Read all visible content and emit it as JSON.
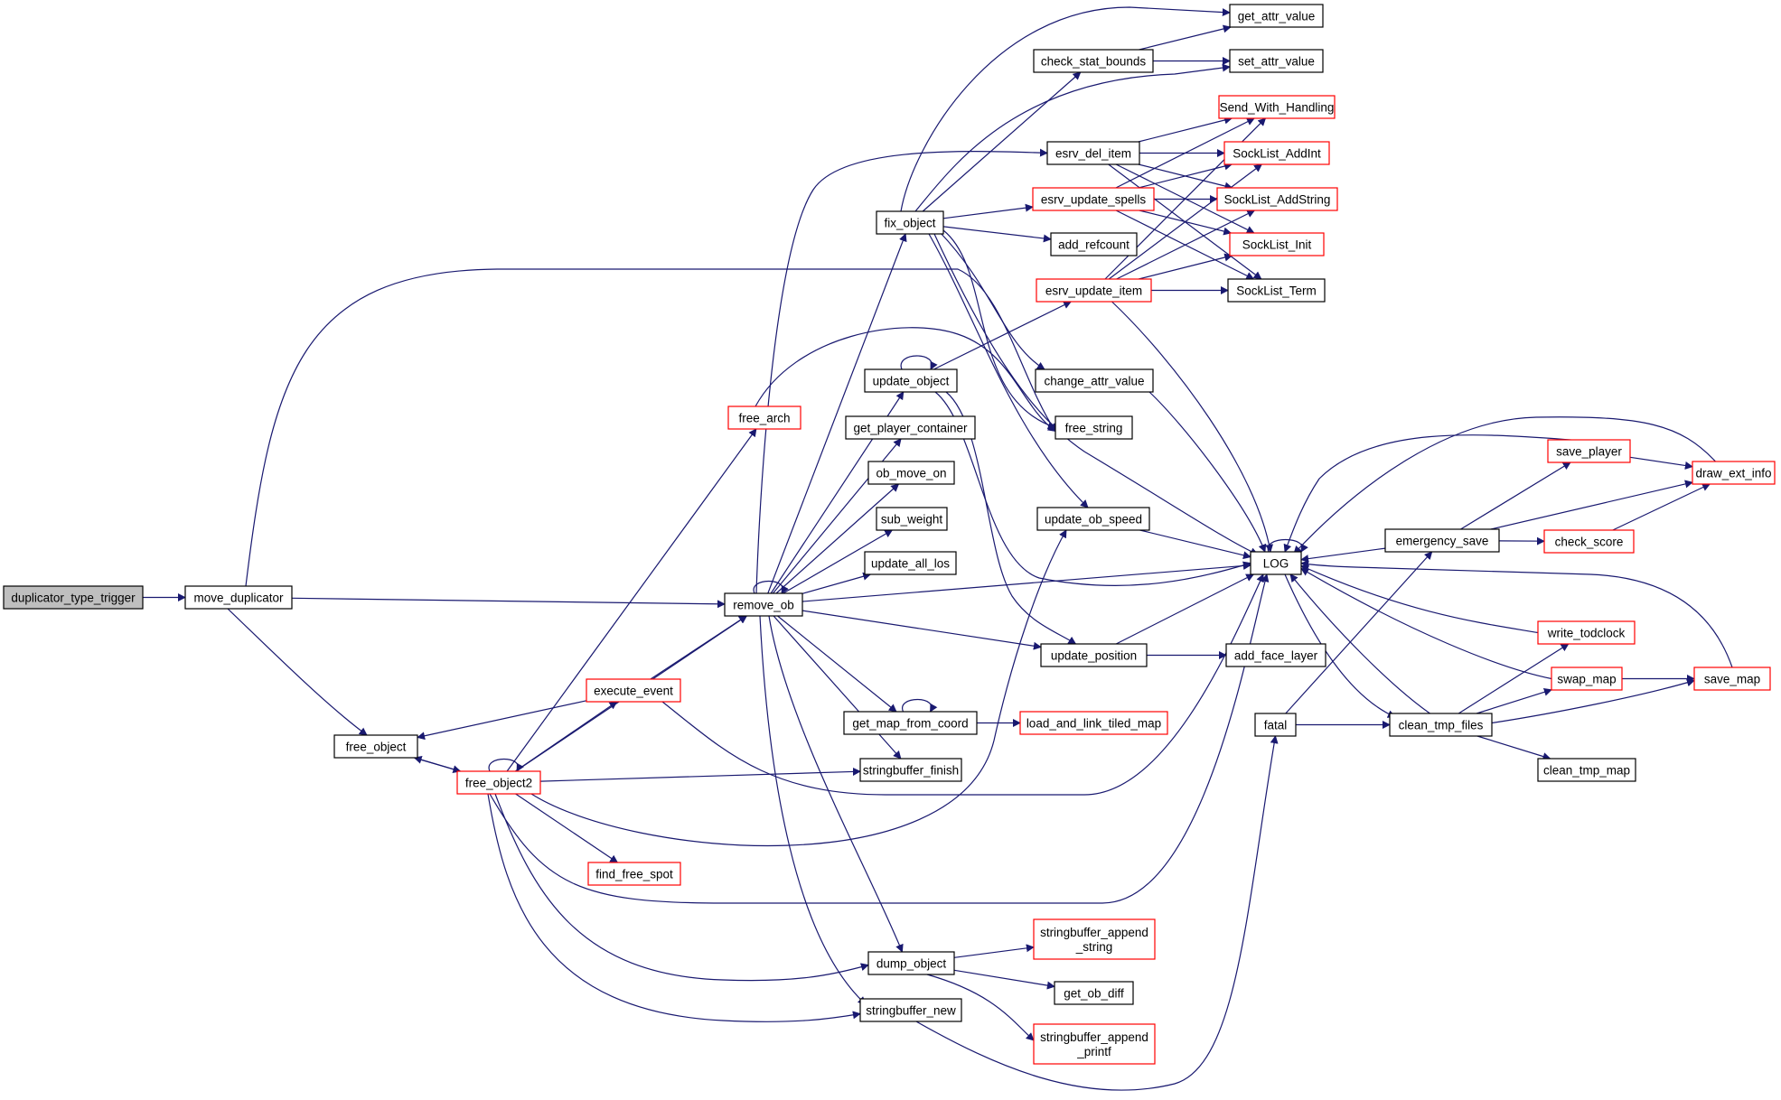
{
  "diagram": {
    "kind": "call-graph",
    "colors": {
      "edge": "#191970",
      "node_border_default": "#000000",
      "node_border_truncated": "#ff0000",
      "root_fill": "#bfbfbf",
      "node_fill": "#ffffff"
    },
    "nodes": [
      {
        "id": "duplicator_type_trigger",
        "lines": [
          "duplicator_type_trigger"
        ],
        "style": "root"
      },
      {
        "id": "move_duplicator",
        "lines": [
          "move_duplicator"
        ],
        "style": "normal"
      },
      {
        "id": "remove_ob",
        "lines": [
          "remove_ob"
        ],
        "style": "normal"
      },
      {
        "id": "free_object",
        "lines": [
          "free_object"
        ],
        "style": "normal"
      },
      {
        "id": "free_object2",
        "lines": [
          "free_object2"
        ],
        "style": "truncated"
      },
      {
        "id": "execute_event",
        "lines": [
          "execute_event"
        ],
        "style": "truncated"
      },
      {
        "id": "free_arch",
        "lines": [
          "free_arch"
        ],
        "style": "truncated"
      },
      {
        "id": "find_free_spot",
        "lines": [
          "find_free_spot"
        ],
        "style": "truncated"
      },
      {
        "id": "fix_object",
        "lines": [
          "fix_object"
        ],
        "style": "normal"
      },
      {
        "id": "update_object",
        "lines": [
          "update_object"
        ],
        "style": "normal"
      },
      {
        "id": "get_player_container",
        "lines": [
          "get_player_container"
        ],
        "style": "normal"
      },
      {
        "id": "ob_move_on",
        "lines": [
          "ob_move_on"
        ],
        "style": "normal"
      },
      {
        "id": "sub_weight",
        "lines": [
          "sub_weight"
        ],
        "style": "normal"
      },
      {
        "id": "update_all_los",
        "lines": [
          "update_all_los"
        ],
        "style": "normal"
      },
      {
        "id": "get_map_from_coord",
        "lines": [
          "get_map_from_coord"
        ],
        "style": "normal"
      },
      {
        "id": "stringbuffer_finish",
        "lines": [
          "stringbuffer_finish"
        ],
        "style": "normal"
      },
      {
        "id": "dump_object",
        "lines": [
          "dump_object"
        ],
        "style": "normal"
      },
      {
        "id": "stringbuffer_new",
        "lines": [
          "stringbuffer_new"
        ],
        "style": "normal"
      },
      {
        "id": "check_stat_bounds",
        "lines": [
          "check_stat_bounds"
        ],
        "style": "normal"
      },
      {
        "id": "esrv_del_item",
        "lines": [
          "esrv_del_item"
        ],
        "style": "normal"
      },
      {
        "id": "esrv_update_spells",
        "lines": [
          "esrv_update_spells"
        ],
        "style": "truncated"
      },
      {
        "id": "add_refcount",
        "lines": [
          "add_refcount"
        ],
        "style": "normal"
      },
      {
        "id": "esrv_update_item",
        "lines": [
          "esrv_update_item"
        ],
        "style": "truncated"
      },
      {
        "id": "change_attr_value",
        "lines": [
          "change_attr_value"
        ],
        "style": "normal"
      },
      {
        "id": "free_string",
        "lines": [
          "free_string"
        ],
        "style": "normal"
      },
      {
        "id": "update_ob_speed",
        "lines": [
          "update_ob_speed"
        ],
        "style": "normal"
      },
      {
        "id": "update_position",
        "lines": [
          "update_position"
        ],
        "style": "normal"
      },
      {
        "id": "load_and_link_tiled_map",
        "lines": [
          "load_and_link_tiled_map"
        ],
        "style": "truncated"
      },
      {
        "id": "stringbuffer_append_string",
        "lines": [
          "stringbuffer_append",
          "_string"
        ],
        "style": "truncated"
      },
      {
        "id": "get_ob_diff",
        "lines": [
          "get_ob_diff"
        ],
        "style": "normal"
      },
      {
        "id": "stringbuffer_append_printf",
        "lines": [
          "stringbuffer_append",
          "_printf"
        ],
        "style": "truncated"
      },
      {
        "id": "get_attr_value",
        "lines": [
          "get_attr_value"
        ],
        "style": "normal"
      },
      {
        "id": "set_attr_value",
        "lines": [
          "set_attr_value"
        ],
        "style": "normal"
      },
      {
        "id": "Send_With_Handling",
        "lines": [
          "Send_With_Handling"
        ],
        "style": "truncated"
      },
      {
        "id": "SockList_AddInt",
        "lines": [
          "SockList_AddInt"
        ],
        "style": "truncated"
      },
      {
        "id": "SockList_AddString",
        "lines": [
          "SockList_AddString"
        ],
        "style": "truncated"
      },
      {
        "id": "SockList_Init",
        "lines": [
          "SockList_Init"
        ],
        "style": "truncated"
      },
      {
        "id": "SockList_Term",
        "lines": [
          "SockList_Term"
        ],
        "style": "normal"
      },
      {
        "id": "LOG",
        "lines": [
          "LOG"
        ],
        "style": "normal"
      },
      {
        "id": "add_face_layer",
        "lines": [
          "add_face_layer"
        ],
        "style": "normal"
      },
      {
        "id": "fatal",
        "lines": [
          "fatal"
        ],
        "style": "normal"
      },
      {
        "id": "emergency_save",
        "lines": [
          "emergency_save"
        ],
        "style": "normal"
      },
      {
        "id": "clean_tmp_files",
        "lines": [
          "clean_tmp_files"
        ],
        "style": "normal"
      },
      {
        "id": "save_player",
        "lines": [
          "save_player"
        ],
        "style": "truncated"
      },
      {
        "id": "check_score",
        "lines": [
          "check_score"
        ],
        "style": "truncated"
      },
      {
        "id": "draw_ext_info",
        "lines": [
          "draw_ext_info"
        ],
        "style": "truncated"
      },
      {
        "id": "write_todclock",
        "lines": [
          "write_todclock"
        ],
        "style": "truncated"
      },
      {
        "id": "swap_map",
        "lines": [
          "swap_map"
        ],
        "style": "truncated"
      },
      {
        "id": "save_map",
        "lines": [
          "save_map"
        ],
        "style": "truncated"
      },
      {
        "id": "clean_tmp_map",
        "lines": [
          "clean_tmp_map"
        ],
        "style": "normal"
      }
    ],
    "edges": [
      [
        "duplicator_type_trigger",
        "move_duplicator"
      ],
      [
        "move_duplicator",
        "remove_ob"
      ],
      [
        "move_duplicator",
        "free_object"
      ],
      [
        "move_duplicator",
        "free_string"
      ],
      [
        "remove_ob",
        "remove_ob"
      ],
      [
        "remove_ob",
        "fix_object"
      ],
      [
        "remove_ob",
        "update_object"
      ],
      [
        "remove_ob",
        "get_player_container"
      ],
      [
        "remove_ob",
        "ob_move_on"
      ],
      [
        "remove_ob",
        "sub_weight"
      ],
      [
        "remove_ob",
        "update_all_los"
      ],
      [
        "remove_ob",
        "get_map_from_coord"
      ],
      [
        "remove_ob",
        "stringbuffer_finish"
      ],
      [
        "remove_ob",
        "dump_object"
      ],
      [
        "remove_ob",
        "stringbuffer_new"
      ],
      [
        "remove_ob",
        "esrv_del_item"
      ],
      [
        "remove_ob",
        "update_position"
      ],
      [
        "remove_ob",
        "LOG"
      ],
      [
        "free_object",
        "free_object2"
      ],
      [
        "free_object2",
        "free_object2"
      ],
      [
        "free_object2",
        "free_object"
      ],
      [
        "free_object2",
        "execute_event"
      ],
      [
        "free_object2",
        "free_arch"
      ],
      [
        "free_object2",
        "remove_ob"
      ],
      [
        "free_object2",
        "find_free_spot"
      ],
      [
        "free_object2",
        "stringbuffer_finish"
      ],
      [
        "free_object2",
        "dump_object"
      ],
      [
        "free_object2",
        "stringbuffer_new"
      ],
      [
        "free_object2",
        "update_ob_speed"
      ],
      [
        "free_object2",
        "LOG"
      ],
      [
        "execute_event",
        "free_object"
      ],
      [
        "execute_event",
        "remove_ob"
      ],
      [
        "execute_event",
        "LOG"
      ],
      [
        "free_arch",
        "free_string"
      ],
      [
        "fix_object",
        "get_attr_value"
      ],
      [
        "fix_object",
        "set_attr_value"
      ],
      [
        "fix_object",
        "check_stat_bounds"
      ],
      [
        "fix_object",
        "esrv_update_spells"
      ],
      [
        "fix_object",
        "add_refcount"
      ],
      [
        "fix_object",
        "change_attr_value"
      ],
      [
        "fix_object",
        "free_string"
      ],
      [
        "fix_object",
        "update_ob_speed"
      ],
      [
        "fix_object",
        "LOG"
      ],
      [
        "update_object",
        "update_object"
      ],
      [
        "update_object",
        "esrv_update_item"
      ],
      [
        "update_object",
        "update_position"
      ],
      [
        "update_object",
        "LOG"
      ],
      [
        "get_map_from_coord",
        "get_map_from_coord"
      ],
      [
        "get_map_from_coord",
        "load_and_link_tiled_map"
      ],
      [
        "dump_object",
        "stringbuffer_append_string"
      ],
      [
        "dump_object",
        "get_ob_diff"
      ],
      [
        "dump_object",
        "stringbuffer_append_printf"
      ],
      [
        "stringbuffer_new",
        "fatal"
      ],
      [
        "check_stat_bounds",
        "get_attr_value"
      ],
      [
        "check_stat_bounds",
        "set_attr_value"
      ],
      [
        "esrv_del_item",
        "Send_With_Handling"
      ],
      [
        "esrv_del_item",
        "SockList_AddInt"
      ],
      [
        "esrv_del_item",
        "SockList_AddString"
      ],
      [
        "esrv_del_item",
        "SockList_Init"
      ],
      [
        "esrv_del_item",
        "SockList_Term"
      ],
      [
        "esrv_update_spells",
        "Send_With_Handling"
      ],
      [
        "esrv_update_spells",
        "SockList_AddInt"
      ],
      [
        "esrv_update_spells",
        "SockList_AddString"
      ],
      [
        "esrv_update_spells",
        "SockList_Init"
      ],
      [
        "esrv_update_spells",
        "SockList_Term"
      ],
      [
        "esrv_update_item",
        "Send_With_Handling"
      ],
      [
        "esrv_update_item",
        "SockList_AddInt"
      ],
      [
        "esrv_update_item",
        "SockList_AddString"
      ],
      [
        "esrv_update_item",
        "SockList_Init"
      ],
      [
        "esrv_update_item",
        "SockList_Term"
      ],
      [
        "esrv_update_item",
        "LOG"
      ],
      [
        "change_attr_value",
        "LOG"
      ],
      [
        "update_ob_speed",
        "LOG"
      ],
      [
        "update_position",
        "LOG"
      ],
      [
        "update_position",
        "add_face_layer"
      ],
      [
        "LOG",
        "LOG"
      ],
      [
        "LOG",
        "clean_tmp_files"
      ],
      [
        "fatal",
        "emergency_save"
      ],
      [
        "fatal",
        "clean_tmp_files"
      ],
      [
        "emergency_save",
        "LOG"
      ],
      [
        "emergency_save",
        "save_player"
      ],
      [
        "emergency_save",
        "check_score"
      ],
      [
        "emergency_save",
        "draw_ext_info"
      ],
      [
        "clean_tmp_files",
        "LOG"
      ],
      [
        "clean_tmp_files",
        "write_todclock"
      ],
      [
        "clean_tmp_files",
        "swap_map"
      ],
      [
        "clean_tmp_files",
        "save_map"
      ],
      [
        "clean_tmp_files",
        "clean_tmp_map"
      ],
      [
        "save_player",
        "LOG"
      ],
      [
        "save_player",
        "draw_ext_info"
      ],
      [
        "check_score",
        "draw_ext_info"
      ],
      [
        "draw_ext_info",
        "LOG"
      ],
      [
        "write_todclock",
        "LOG"
      ],
      [
        "swap_map",
        "LOG"
      ],
      [
        "swap_map",
        "save_map"
      ],
      [
        "save_map",
        "LOG"
      ]
    ]
  }
}
